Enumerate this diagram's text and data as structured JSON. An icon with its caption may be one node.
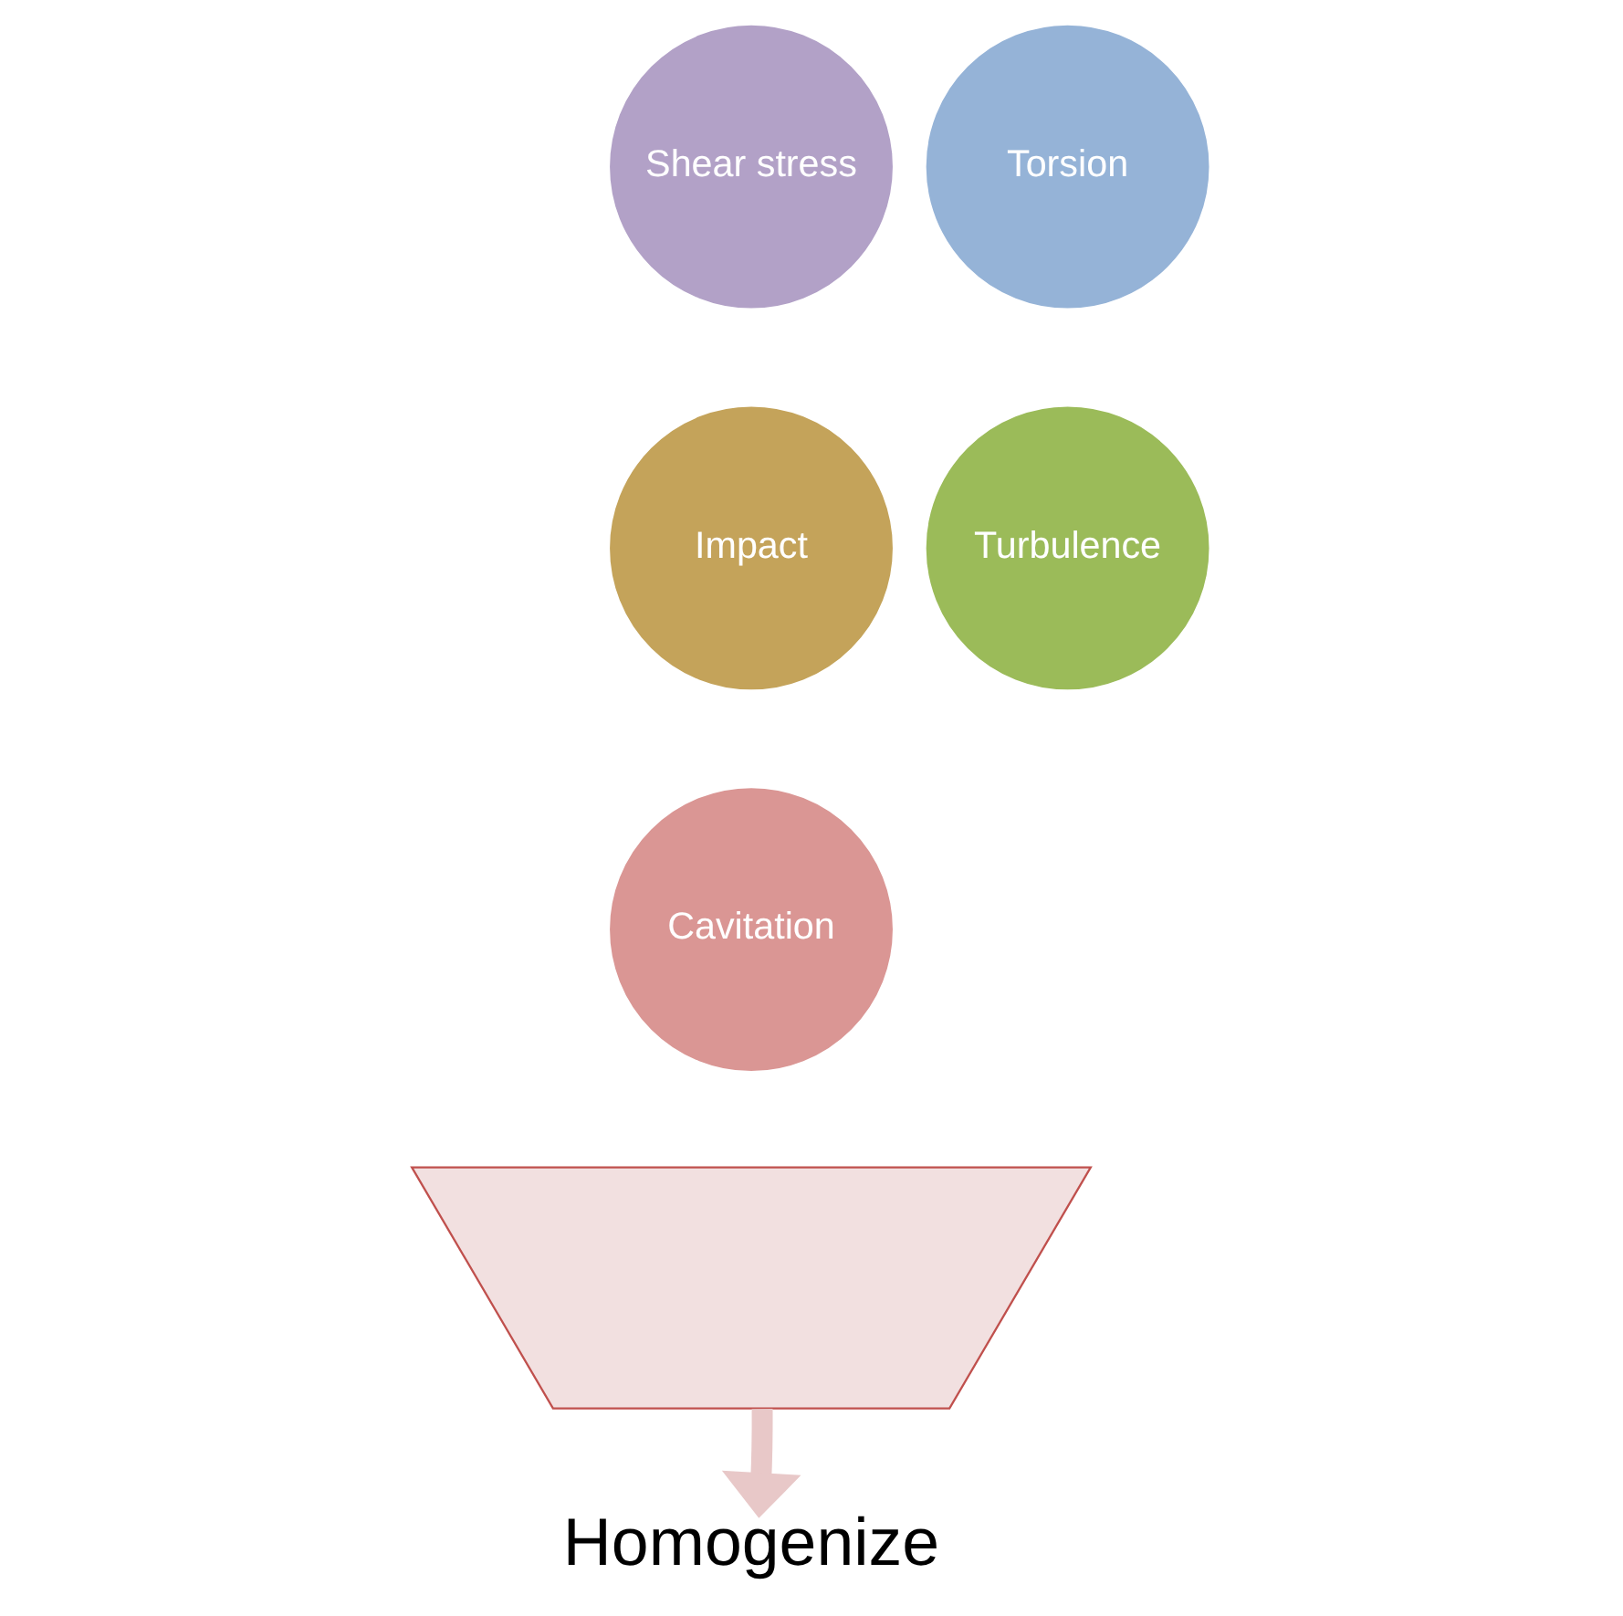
{
  "diagram": {
    "nodes": [
      {
        "text": [],
        "shape": "funnel"
      },
      {
        "text": [
          "Shear stress"
        ]
      },
      {
        "text": [
          "Torsion"
        ]
      },
      {
        "text": [
          "Impact"
        ]
      },
      {
        "text": [
          "Turbulence"
        ]
      },
      {
        "text": [
          "Cavitation"
        ]
      },
      {
        "text": [
          "Homogenize"
        ]
      }
    ],
    "edges": [
      {
        "from": 0,
        "to": 6,
        "arrow": "to",
        "color": "#e8c8c8"
      }
    ]
  }
}
